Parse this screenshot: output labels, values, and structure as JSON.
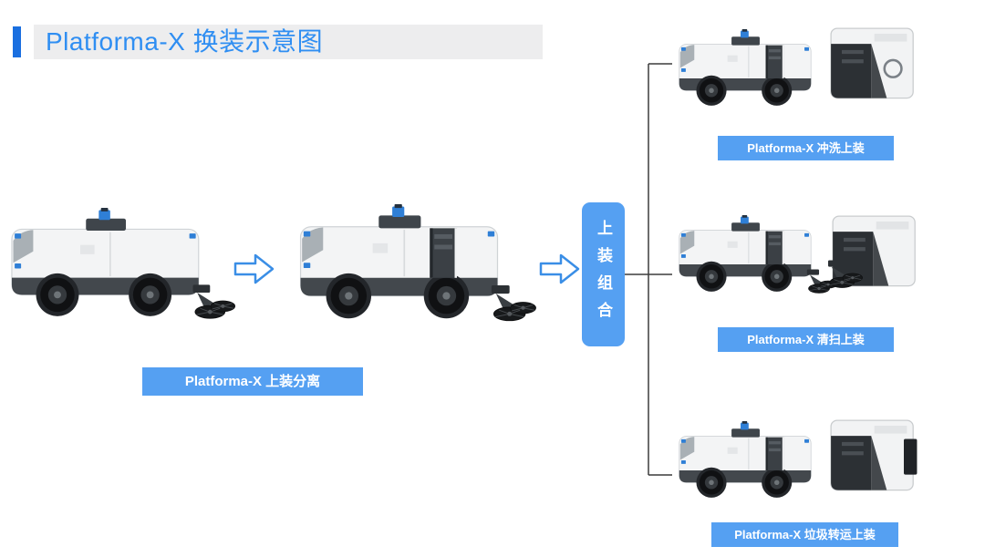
{
  "title": "Platforma-X 换装示意图",
  "labels": {
    "separation": "Platforma-X 上装分离",
    "combine": "上装组合"
  },
  "variants": [
    {
      "label": "Platforma-X 冲洗上装"
    },
    {
      "label": "Platforma-X 清扫上装"
    },
    {
      "label": "Platforma-X 垃圾转运上装"
    }
  ],
  "icons": {
    "arrow_right": "block-arrow-right",
    "lidar": "blue-lidar-sensor",
    "side_brush": "rotating-brush-disc"
  },
  "colors": {
    "title": "#2F8EF2",
    "accent_bar": "#1A6FE0",
    "label_bg": "#55A0F2",
    "arrow": "#3A8EE6",
    "connector": "#3C3C3C"
  }
}
